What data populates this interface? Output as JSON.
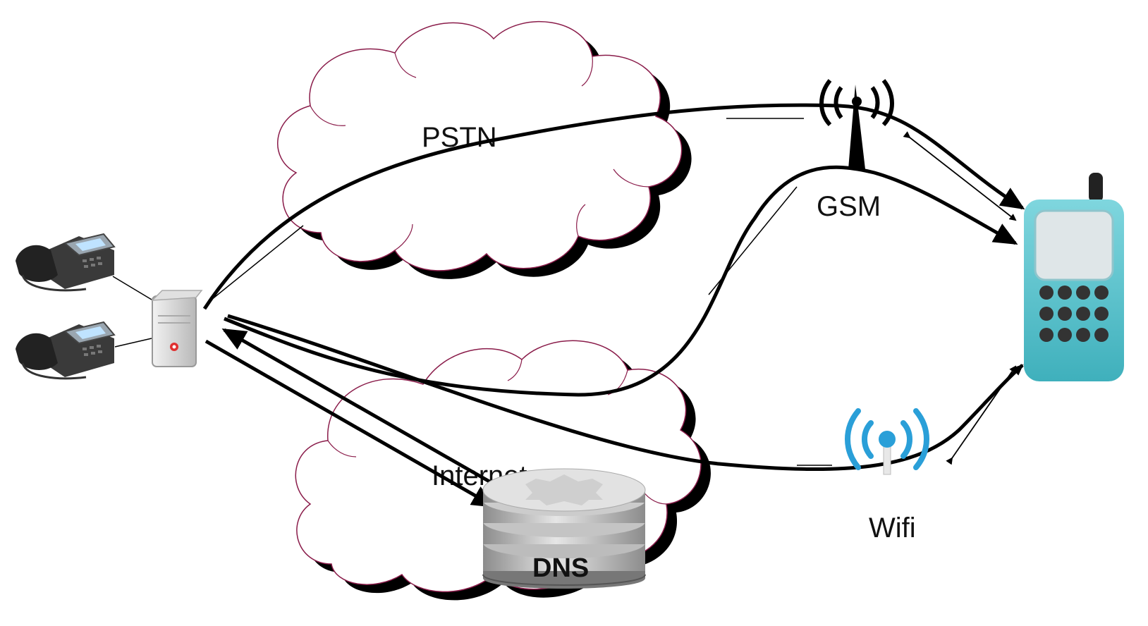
{
  "labels": {
    "pstn": "PSTN",
    "gsm": "GSM",
    "internet": "Internet",
    "wifi": "Wifi",
    "dns": "DNS"
  },
  "colors": {
    "cloud_outline": "#8a1c4a",
    "link": "#000000",
    "phone_body": "#5fc6cf",
    "phone_screen": "#e8eef0",
    "wifi_blue": "#2a9fd8",
    "server_grey": "#c8c8c8",
    "disk_grey": "#a8a8a8"
  },
  "nodes": [
    {
      "name": "desk-phone-1",
      "icon": "desk-phone-icon"
    },
    {
      "name": "desk-phone-2",
      "icon": "desk-phone-icon"
    },
    {
      "name": "pbx-server",
      "icon": "server-icon"
    },
    {
      "name": "gsm-tower",
      "icon": "antenna-icon"
    },
    {
      "name": "wifi-access-point",
      "icon": "wifi-icon"
    },
    {
      "name": "mobile-phone",
      "icon": "mobile-phone-icon"
    },
    {
      "name": "dns-server",
      "icon": "database-icon"
    }
  ]
}
